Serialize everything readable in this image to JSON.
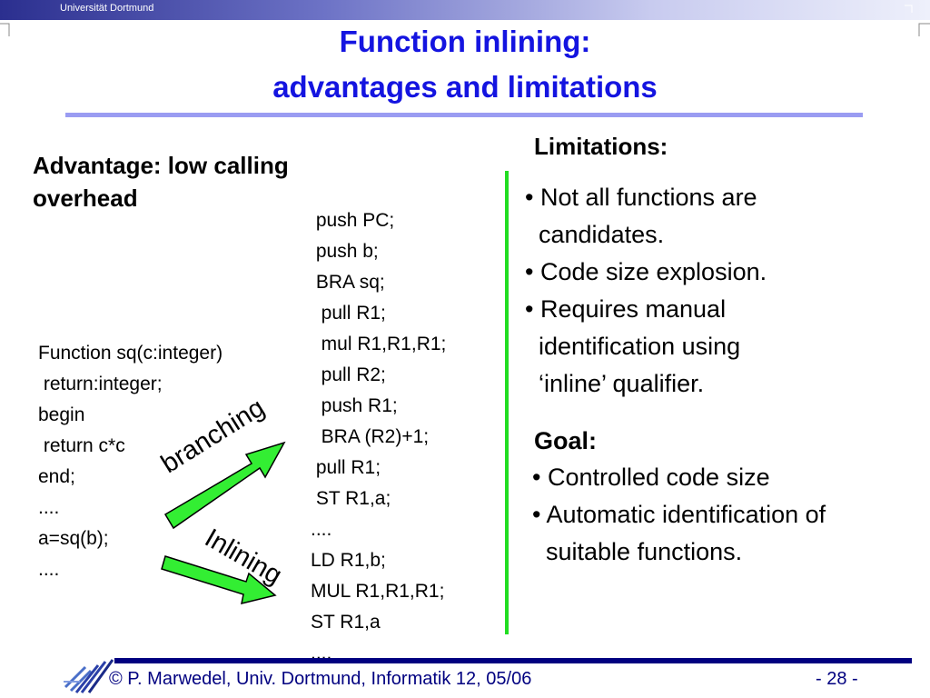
{
  "header": {
    "university": "Universität Dortmund"
  },
  "title": {
    "line1": "Function inlining:",
    "line2": "advantages and limitations"
  },
  "advantage": {
    "heading": "Advantage: low calling overhead"
  },
  "function_code": "Function sq(c:integer)\n return:integer;\nbegin\n return c*c\nend;\n....\na=sq(b);\n....",
  "assembly_code": " push PC;\n push b;\n BRA sq;\n  pull R1;\n  mul R1,R1,R1;\n  pull R2;\n  push R1;\n  BRA (R2)+1;\n pull R1;\n ST R1,a;\n....\nLD R1,b;\nMUL R1,R1,R1;\nST R1,a\n....",
  "arrows": {
    "branching": "branching",
    "inlining": "Inlining"
  },
  "limitations": {
    "heading": "Limitations:",
    "items": "• Not all functions are\n  candidates.\n• Code size explosion.\n• Requires manual\n  identification using\n  ‘inline’ qualifier."
  },
  "goal": {
    "heading": "Goal:",
    "items": "• Controlled code size\n• Automatic identification of\n  suitable functions."
  },
  "footer": {
    "credit": "© P. Marwedel, Univ. Dortmund, Informatik 12, 05/06",
    "page": "-  28 -"
  },
  "colors": {
    "title": "#1414e0",
    "arrow": "#33ee33",
    "divider": "#22dd22",
    "footer": "#000080"
  }
}
